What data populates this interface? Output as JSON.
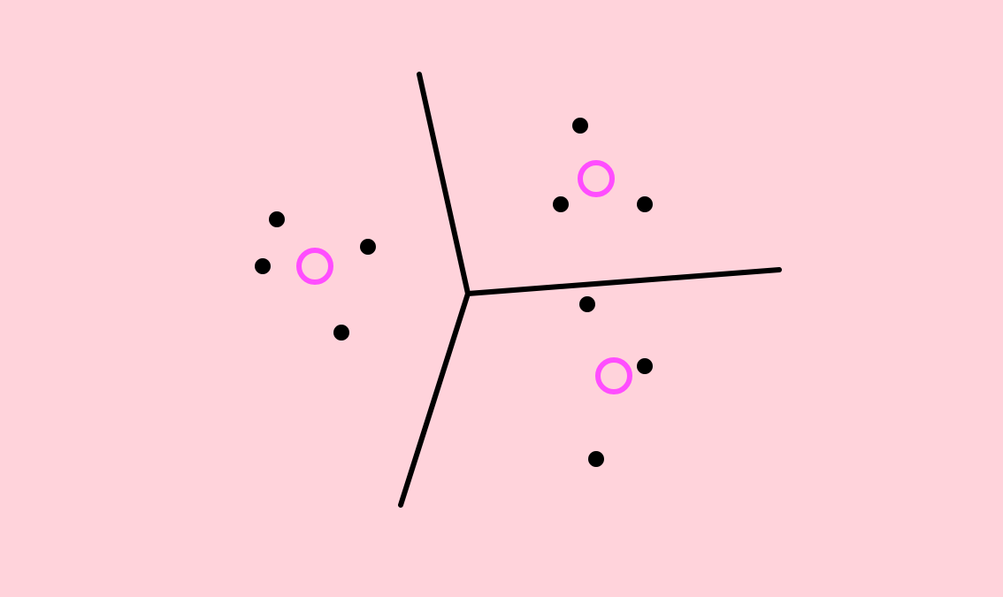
{
  "diagram": {
    "kind": "k-means clustering with Voronoi partition",
    "colors": {
      "background": "#ffd3db",
      "boundaries": "#000000",
      "points": "#000000",
      "centroids": "#ff4dff"
    },
    "cluster_count": 3,
    "clusters": [
      {
        "id": "left",
        "point_count": 4
      },
      {
        "id": "top-right",
        "point_count": 3
      },
      {
        "id": "bottom-right",
        "point_count": 3
      }
    ]
  }
}
